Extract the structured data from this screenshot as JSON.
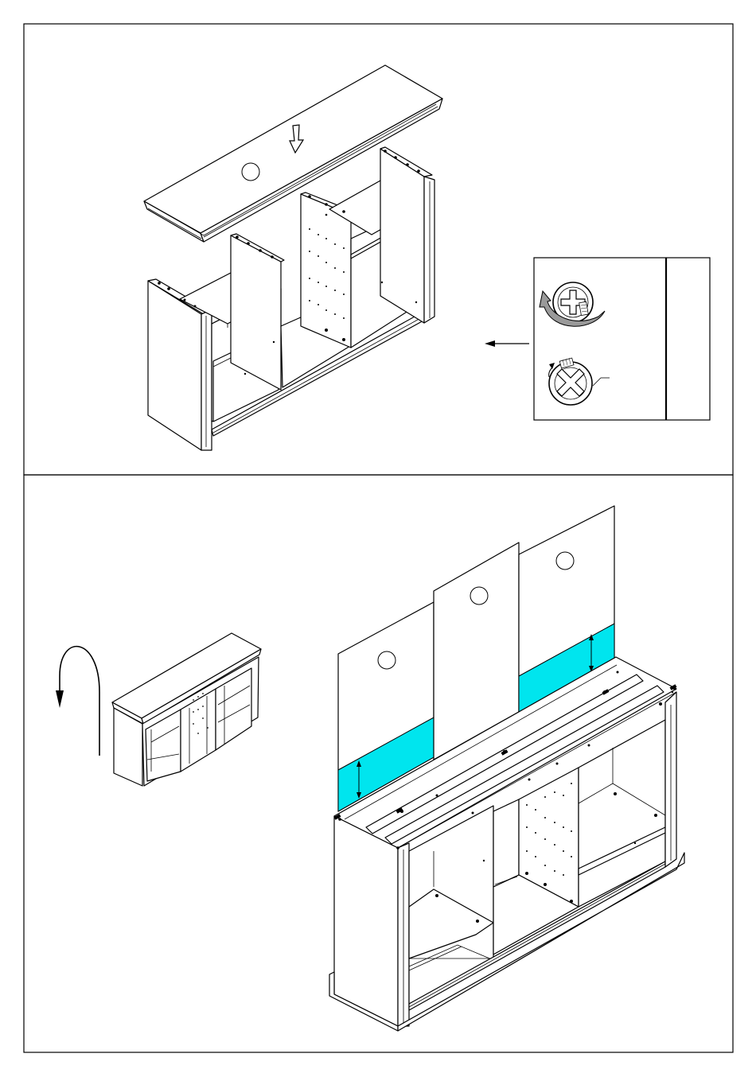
{
  "colors": {
    "line": "#000000",
    "background": "#ffffff",
    "highlight": "#00e5ee",
    "rotation_arrow": "#9a9a9a"
  },
  "icons": {
    "down_arrow": "hollow-down-arrow-icon",
    "rotate_arrow": "curved-rotation-arrow-icon",
    "flip_arrow": "flip-over-arrow-icon",
    "cam_lock": "cam-lock-icon"
  },
  "steps": [
    {
      "id": "top-panel-install",
      "markers": 1
    },
    {
      "id": "back-panel-install",
      "markers": 3
    }
  ]
}
